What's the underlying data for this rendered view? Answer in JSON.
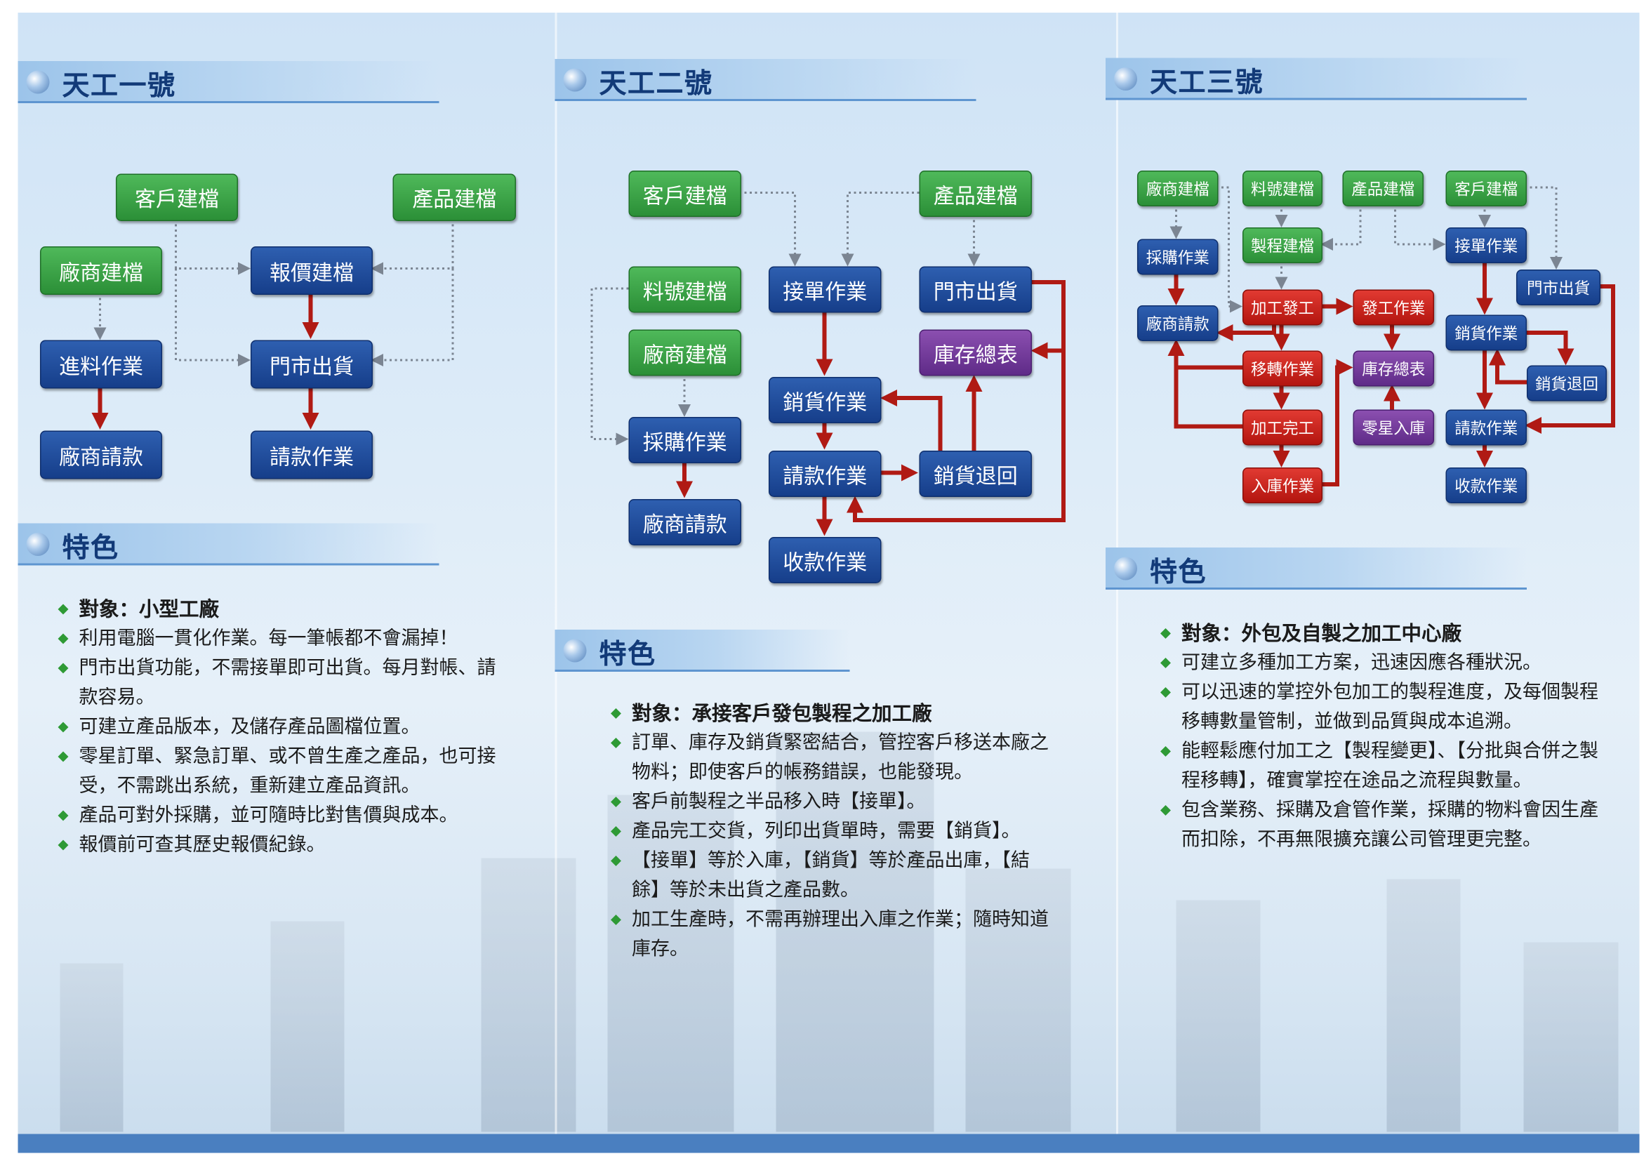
{
  "panels": [
    {
      "title": "天工一號",
      "boxes": {
        "customer": "客戶建檔",
        "product": "產品建檔",
        "vendor": "廠商建檔",
        "quote": "報價建檔",
        "receiving": "進料作業",
        "store_ship": "門市出貨",
        "vendor_pay": "廠商請款",
        "billing": "請款作業"
      },
      "features_title": "特色",
      "features": [
        "對象：小型工廠",
        "利用電腦一貫化作業。每一筆帳都不會漏掉！",
        "門市出貨功能，不需接單即可出貨。每月對帳、請款容易。",
        "可建立產品版本，及儲存產品圖檔位置。",
        "零星訂單、緊急訂單、或不曾生產之產品，也可接受，不需跳出系統，重新建立產品資訊。",
        "產品可對外採購，並可隨時比對售價與成本。",
        "報價前可查其歷史報價紀錄。"
      ]
    },
    {
      "title": "天工二號",
      "boxes": {
        "customer": "客戶建檔",
        "product": "產品建檔",
        "material": "料號建檔",
        "order": "接單作業",
        "store_ship": "門市出貨",
        "vendor": "廠商建檔",
        "inventory": "庫存總表",
        "sales": "銷貨作業",
        "purchase": "採購作業",
        "billing": "請款作業",
        "sales_return": "銷貨退回",
        "vendor_pay": "廠商請款",
        "collection": "收款作業"
      },
      "features_title": "特色",
      "features": [
        "對象：承接客戶發包製程之加工廠",
        "訂單、庫存及銷貨緊密結合，管控客戶移送本廠之物料；即使客戶的帳務錯誤，也能發現。",
        "客戶前製程之半品移入時【接單】。",
        "產品完工交貨，列印出貨單時，需要【銷貨】。",
        "【接單】等於入庫，【銷貨】等於產品出庫，【結餘】等於未出貨之產品數。",
        "加工生產時，不需再辦理出入庫之作業；隨時知道庫存。"
      ]
    },
    {
      "title": "天工三號",
      "boxes": {
        "vendor": "廠商建檔",
        "material": "料號建檔",
        "product": "產品建檔",
        "customer": "客戶建檔",
        "purchase": "採購作業",
        "process": "製程建檔",
        "order": "接單作業",
        "store_ship": "門市出貨",
        "work_issue": "加工發工",
        "issue_op": "發工作業",
        "vendor_pay": "廠商請款",
        "sales": "銷貨作業",
        "transfer": "移轉作業",
        "inventory": "庫存總表",
        "sales_return": "銷貨退回",
        "work_done": "加工完工",
        "misc_in": "零星入庫",
        "billing": "請款作業",
        "stock_in": "入庫作業",
        "collection": "收款作業"
      },
      "features_title": "特色",
      "features": [
        "對象：外包及自製之加工中心廠",
        "可建立多種加工方案，迅速因應各種狀況。",
        "可以迅速的掌控外包加工的製程進度，及每個製程移轉數量管制，並做到品質與成本追溯。",
        "能輕鬆應付加工之【製程變更】、【分批與合併之製程移轉】，確實掌控在途品之流程與數量。",
        "包含業務、採購及倉管作業，採購的物料會因生產而扣除，不再無限擴充讓公司管理更完整。"
      ]
    }
  ],
  "colors": {
    "master": "#2b8f37",
    "operation": "#163e8a",
    "production": "#b3150f",
    "inventory": "#5f2b88",
    "bullet": "#2e9a35"
  }
}
